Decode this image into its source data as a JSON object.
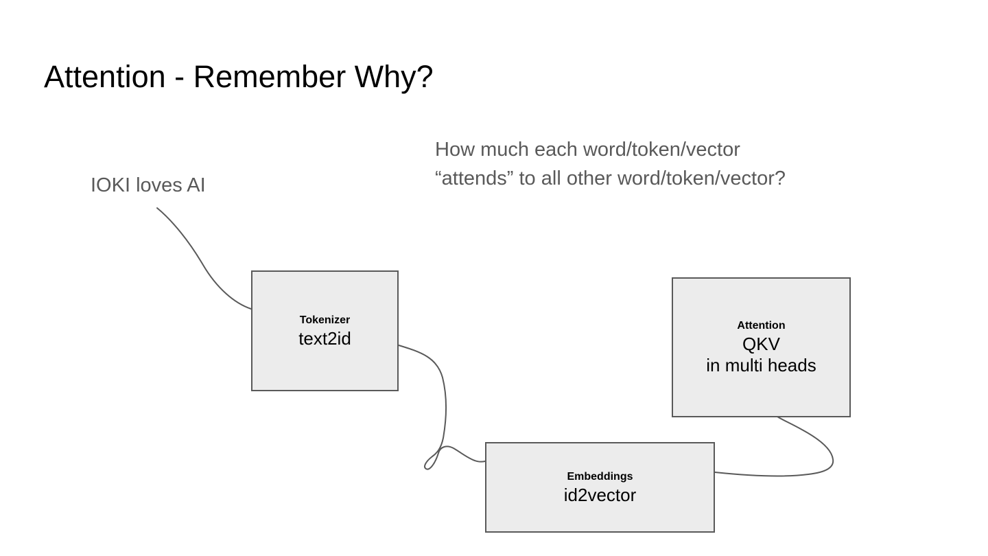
{
  "slide": {
    "title": "Attention - Remember Why?",
    "annotation": "IOKI loves AI",
    "question": {
      "line1": "How much each word/token/vector",
      "line2": "“attends” to all other word/token/vector?"
    },
    "nodes": {
      "tokenizer": {
        "title": "Tokenizer",
        "sub1": "text2id"
      },
      "embeddings": {
        "title": "Embeddings",
        "sub1": "id2vector"
      },
      "attention": {
        "title": "Attention",
        "sub1": "QKV",
        "sub2": "in multi heads"
      }
    },
    "colors": {
      "background": "#ffffff",
      "title_text": "#000000",
      "secondary_text": "#595959",
      "node_fill": "#ececec",
      "node_border": "#595959",
      "connector": "#595959"
    }
  }
}
